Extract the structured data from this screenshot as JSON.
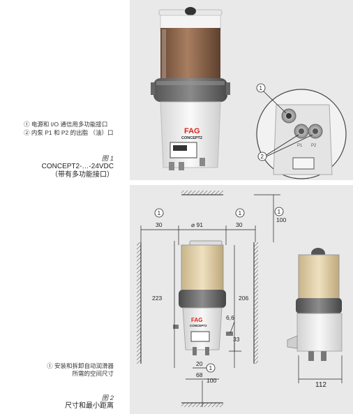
{
  "figure1": {
    "legend": [
      "① 电源和 I/O 通信用多功能接口",
      "② 内泵 P1 和 P2 的出脂 （油）口"
    ],
    "caption_number": "图 1",
    "caption_lines": [
      "CONCEPT2-…-24VDC",
      "（带有多功能接口）"
    ],
    "product_brand": "FAG",
    "product_model": "CONCEPT2",
    "callout_1": "1",
    "callout_2": "2",
    "port_p1": "P1",
    "port_p2": "P2"
  },
  "figure2": {
    "legend_lines": [
      "① 安装和拆卸自动润滑器",
      "所需的空间尺寸"
    ],
    "caption_number": "图 2",
    "caption_title": "尺寸和最小距离",
    "dims": {
      "left_clear": "30",
      "diameter": "⌀ 91",
      "right_clear": "30",
      "top_clear": "100",
      "height_total": "223",
      "height_body": "206",
      "angle": "6,6",
      "offset_33": "33",
      "width_20": "20",
      "width_68": "68",
      "bottom_clear": "100",
      "side_width": "112"
    },
    "callout_1": "1",
    "product_brand": "FAG",
    "product_model": "CONCEPT2"
  }
}
